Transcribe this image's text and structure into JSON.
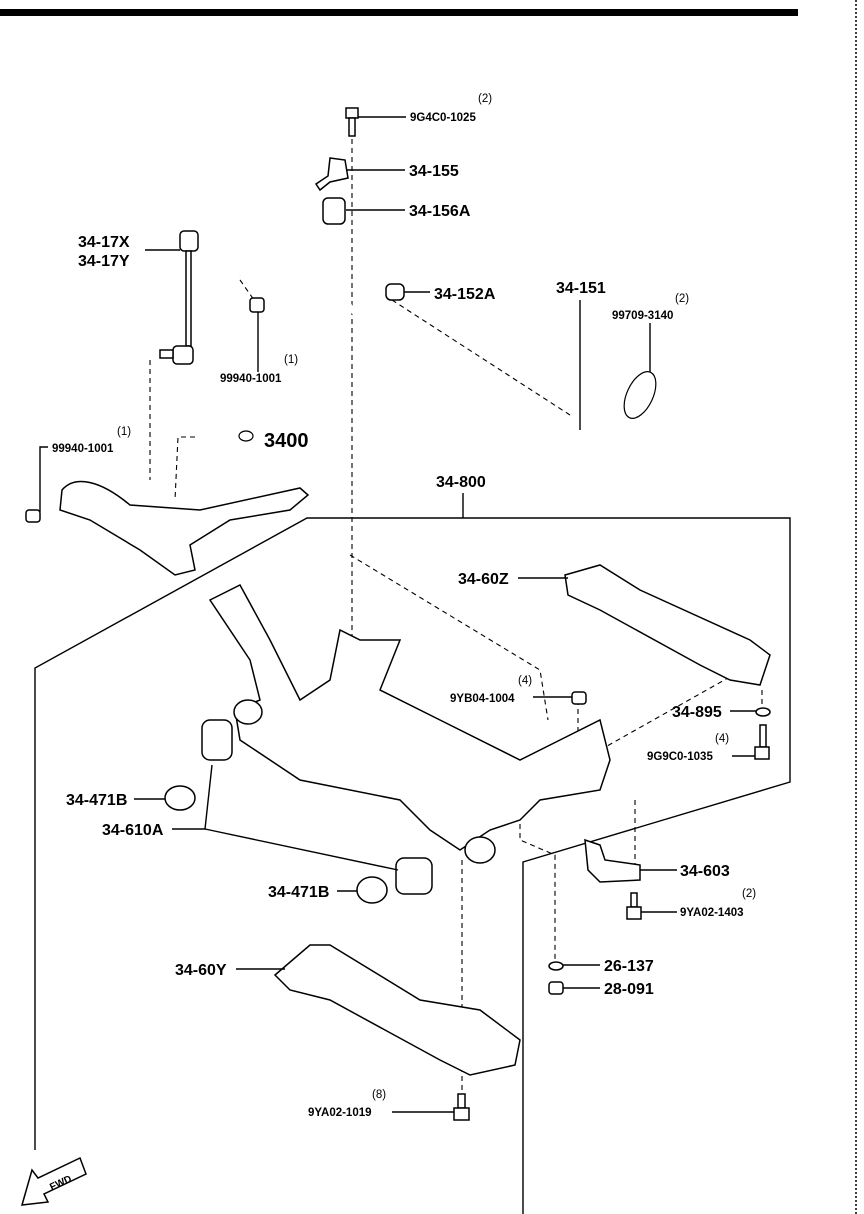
{
  "labels": {
    "bolt_top": {
      "qty": "(2)",
      "part": "9G4C0-1025"
    },
    "bracket": "34-155",
    "bushing_top": "34-156A",
    "link_x": "34-17X",
    "link_y": "34-17Y",
    "bushing_bar": "34-152A",
    "stabilizer": "34-151",
    "clamp": {
      "qty": "(2)",
      "part": "99709-3140"
    },
    "nut_link": {
      "qty": "(1)",
      "part": "99940-1001"
    },
    "nut_arm": {
      "qty": "(1)",
      "part": "99940-1001"
    },
    "lower_arm": "3400",
    "crossmember_assy": "34-800",
    "member_z": "34-60Z",
    "nut_member": {
      "qty": "(4)",
      "part": "9YB04-1004"
    },
    "washer": "34-895",
    "bolt_member": {
      "qty": "(4)",
      "part": "9G9C0-1035"
    },
    "stopper_left": "34-471B",
    "bushing_member": "34-610A",
    "bracket_603": "34-603",
    "bolt_603": {
      "qty": "(2)",
      "part": "9YA02-1403"
    },
    "stopper_right": "34-471B",
    "washer_26": "26-137",
    "nut_28": "28-091",
    "member_y": "34-60Y",
    "bolt_bottom": {
      "qty": "(8)",
      "part": "9YA02-1019"
    },
    "fwd": "FWD"
  }
}
